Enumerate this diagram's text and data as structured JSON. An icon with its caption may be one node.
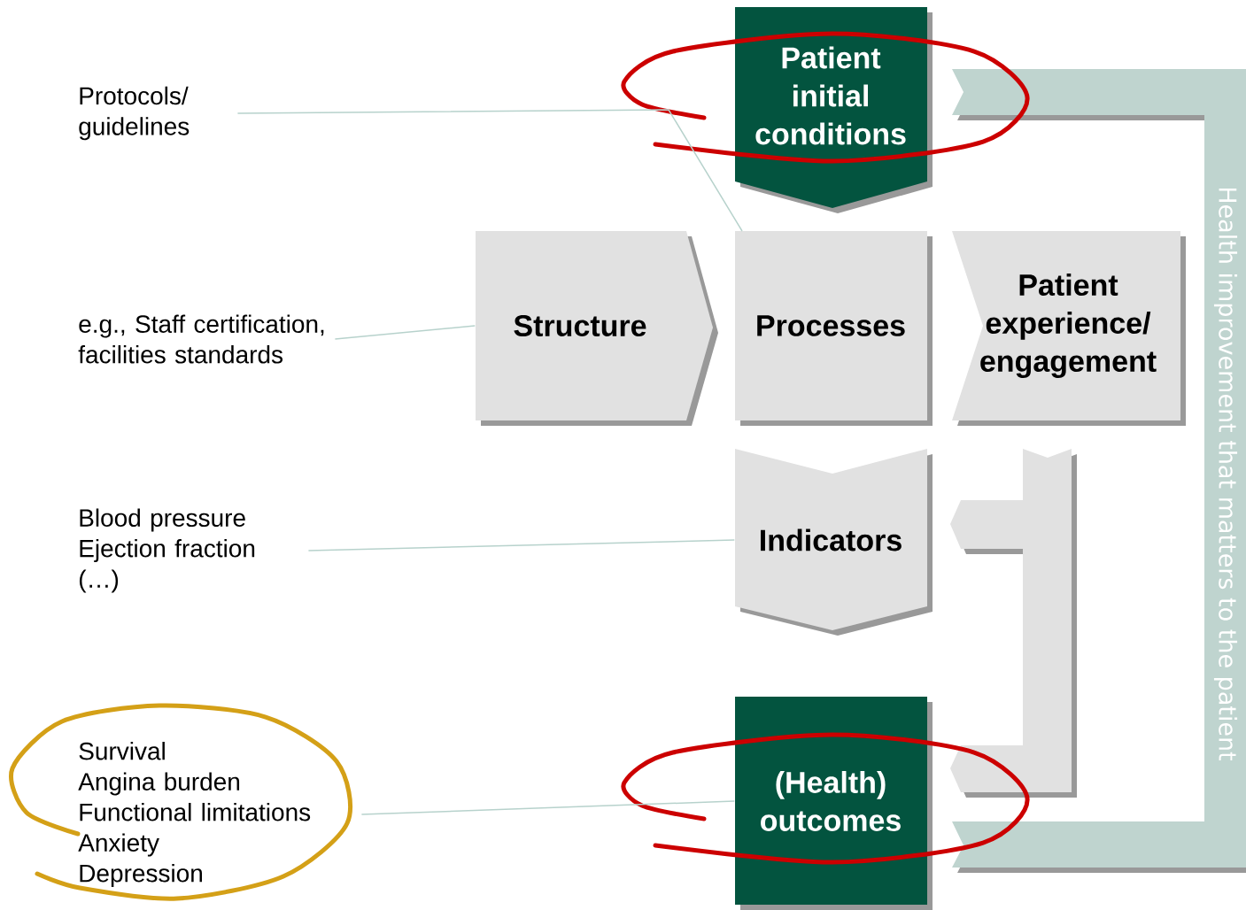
{
  "diagram": {
    "nodes": [
      {
        "text": [
          "Patient initial conditions"
        ]
      },
      {
        "text": [
          "Structure"
        ]
      },
      {
        "text": [
          "Processes"
        ]
      },
      {
        "text": [
          "Patient experience/ engagement"
        ]
      },
      {
        "text": [
          "Indicators"
        ]
      },
      {
        "text": [
          "(Health) outcomes"
        ]
      },
      {
        "text": [
          "Health improvement that matters to the patient"
        ]
      },
      {
        "text": [
          "Protocols/ guidelines"
        ]
      },
      {
        "text": [
          "e.g., Staff certification, facilities standards"
        ]
      },
      {
        "text": [
          "Blood pressure",
          "Ejection fraction",
          "(…)"
        ]
      },
      {
        "text": [
          "Survival",
          "Angina burden",
          "Functional limitations",
          "Anxiety",
          "Depression"
        ]
      }
    ],
    "edges": [
      {
        "from": 7,
        "to": 2,
        "arrow": "none"
      },
      {
        "from": 8,
        "to": 1,
        "arrow": "none"
      },
      {
        "from": 9,
        "to": 4,
        "arrow": "none"
      },
      {
        "from": 10,
        "to": 5,
        "arrow": "none"
      }
    ]
  }
}
